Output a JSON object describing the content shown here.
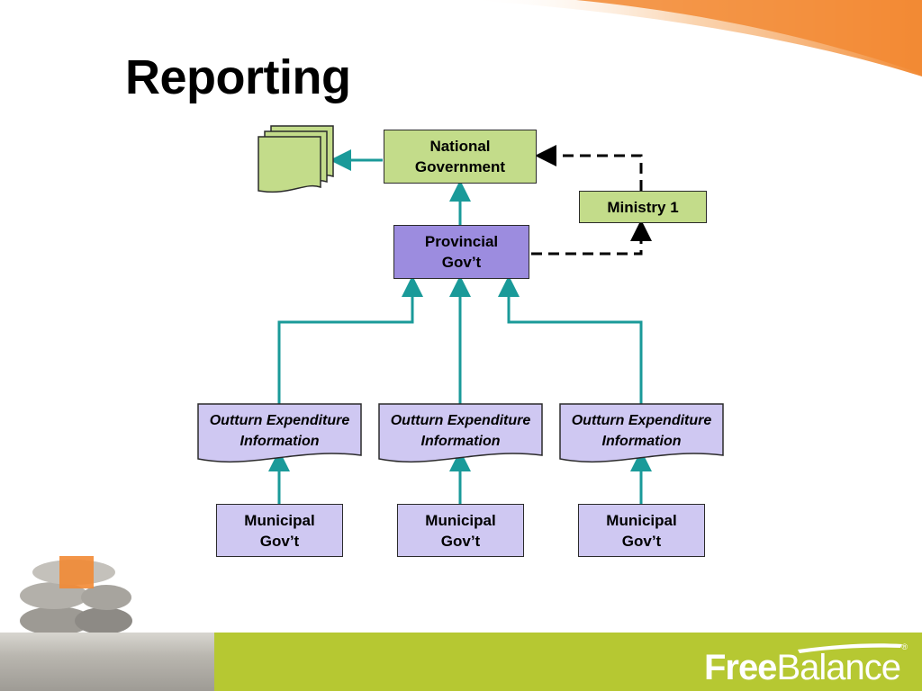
{
  "slide": {
    "title": "Reporting"
  },
  "nodes": {
    "national": "National\nGovernment",
    "ministry": "Ministry 1",
    "provincial": "Provincial\nGov’t",
    "outturn": [
      "Outturn Expenditure\nInformation",
      "Outturn Expenditure\nInformation",
      "Outturn Expenditure\nInformation"
    ],
    "municipal": [
      "Municipal\nGov’t",
      "Municipal\nGov’t",
      "Municipal\nGov’t"
    ]
  },
  "footer": {
    "brand_bold": "Free",
    "brand_regular": "Balance",
    "registered": "®"
  },
  "colors": {
    "arrow": "#1a9a99",
    "national_fill": "#c3dc8a",
    "provincial_fill": "#9c8cdf",
    "municipal_fill": "#cfc8f2",
    "footer_bar": "#b6c832",
    "top_swoosh": "#f28a34"
  }
}
